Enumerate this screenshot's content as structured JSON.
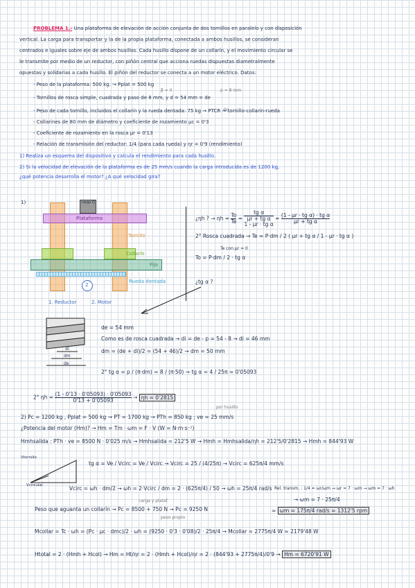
{
  "statement": {
    "title": "PROBLEMA 1.-",
    "line1": "Una plataforma de elevación de acción conjunta de dos tornillos en paralelo y con disposición",
    "line2": "vertical. La carga para transportar y la de la propia plataforma, conectada a ambos husillos, se consideran",
    "line3": "centrados e iguales sobre eje de ambos husillos. Cada husillo dispone de un collarín, y el movimiento circular se",
    "line4": "le transmite por medio de un reductor, con piñón central que acciona ruedas dispuestas diametralmente",
    "line5": "opuestas y solidarias a cada husillo. El piñón del reductor se conecta a un motor eléctrico. Datos:",
    "data_items": [
      "Peso de la plataforma: 500 kg.  → Pplat = 500 kg",
      "Tornillos de rosca simple, cuadrada y paso de 8 mm, y d = 54 mm = de",
      "Peso de cada tornillo, incluidos el collarín y la rueda dentada: 75 kg → PTCR → tornillo-collarín-rueda",
      "Collarines de 80 mm de diámetro y coeficiente de rozamiento μc = 0'3",
      "Coeficiente de rozamiento en la rosca  μr = 0'13",
      "Relación de transmisión del reductor: 1/4 (para cada rueda) y ηr = 0'9 (rendimiento)"
    ],
    "annotations": {
      "beta": "β = 0",
      "pitch": "p = 8 mm",
      "dc": "dc"
    },
    "q1": "1) Realiza un esquema del dispositivo y calcula el rendimiento para cada husillo.",
    "q2a": "2) Si la velocidad de elevación de la plataforma es de 25 mm/s cuando la carga introducida es de 1200 kg,",
    "q2b": "¿qué potencia desarrolla el motor? ¿A qué velocidad gira?"
  },
  "diagram": {
    "label": "1)",
    "carga": "carga Q",
    "plataforma": "Plataforma",
    "tornillo": "Tornillo",
    "collarin": "Collarín",
    "fijo": "Fijo",
    "rueda": "Rueda dentada",
    "pinion": "2",
    "reductor": "1. Reductor",
    "motor": "2. Motor"
  },
  "efficiency": {
    "q": "¿ηh ?",
    "eq": "→  ηh =",
    "num": "To",
    "den": "Te",
    "eq2": "=",
    "f1num": "tg α",
    "f1den_top": "μr + tg α",
    "f1den_bot": "1 - μr · tg α",
    "f2num": "(1 - μr · tg α) · tg α",
    "f2den": "μr + tg α",
    "rosca": "2° Rosca cuadrada",
    "te_label": "Te =",
    "te_frac": "P·dm / 2",
    "te_paren": "( μr + tg α / 1 - μr · tg α )",
    "te_mu0": "Te con μr = 0",
    "to_label": "To =",
    "to_expr": "P·dm / 2 · tg α",
    "tga": "¿tg α ?"
  },
  "geometry": {
    "de": "de = 54 mm",
    "cuadrada": "Como es de rosca cuadrada → di = de - p = 54 - 8 → di = 46 mm",
    "dm": "dm = (de + di)/2 = (54 + 46)/2 → dm = 50 mm",
    "tga_eq": "2° tg α = p / (π·dm) = 8 / (π·50) → tg α = 4 / 25π = 0'05093",
    "di_label": "di",
    "dm_label": "dm",
    "de_label": "de"
  },
  "eta_result": {
    "prefix": "2°  ηh =",
    "num": "(1 - 0'13 · 0'05093) · 0'05093",
    "den": "0'13 + 0'05093",
    "result": "ηh = 0'2815"
  },
  "part2": {
    "line1": "2)  Pc = 1200 kg ,  Pplat = 500 kg → PT = 1700 kg → PTh = 850 kg  ;  ve = 25 mm/s",
    "por_husillo": "por husillo",
    "line2": "¿Potencia del motor (Hm)? → Hm = Tm · ωm = F · V   (W = N·m·s⁻¹)",
    "line3": "Hmhsalida : PTh · ve = 8500 N · 0'025 m/s → Hmhsalida = 212'5 W → Hmh = Hmhsalida/ηh = 212'5/0'2815 → Hmh = 844'93 W",
    "tri_vtornillo": "Vtornillo",
    "tri_vcircular": "Vcircular",
    "tga_vel": "tg α = Ve / Vcirc = Ve / Vcirc → Vcirc = 25 / (4/25π) → Vcirc = 625π/4 mm/s",
    "vcirc": "Vcirc = ωh · dm/2 → ωh = 2·Vcirc / dm = 2 · (625π/4) / 50 → ωh = 25π/4 rad/s",
    "relacion": "Rel. transm. : 1/4 = ωr/ωm → ωr = 7 · ωm → ωm = 7 · ωh",
    "wm1": "→ ωm = 7 · 25π/4",
    "wm_box": "ωm = 175π/4 rad/s ≈ 1312'5 rpm",
    "peso_note": "carga y plataf.",
    "peso_line": "Peso que aguanta un collarín → Pc = 8500 + 750 N → Pc = 9250 N",
    "peso_propio": "peso propio",
    "mcollar": "Mcollar = Tc · ωh = (Pc · μc · dmc)/2 · ωh = (9250 · 0'3 · 0'08)/2 · 25π/4 → Mcollar = 2775π/4 W ≈ 2179'48 W",
    "htotal": "Htotal = 2 · (Hmh + Hcol) → Hm = Ht/ηr = 2 · (Hmh + Hcol)/ηr = 2 · (844'93 + 2775π/4)/0'9 →",
    "hm_box": "Hm = 6720'91 W"
  }
}
